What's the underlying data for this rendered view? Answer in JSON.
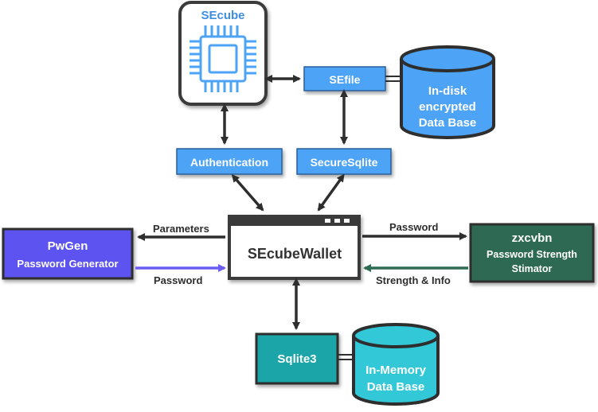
{
  "nodes": {
    "secube": {
      "label": "SEcube"
    },
    "sefile": {
      "label": "SEfile"
    },
    "indisk_db": {
      "line1": "In-disk",
      "line2": "encrypted",
      "line3": "Data Base"
    },
    "authentication": {
      "label": "Authentication"
    },
    "securesqlite": {
      "label": "SecureSqlite"
    },
    "wallet": {
      "label": "SEcubeWallet"
    },
    "pwgen": {
      "title": "PwGen",
      "subtitle": "Password Generator"
    },
    "zxcvbn": {
      "title": "zxcvbn",
      "line1": "Password  Strength",
      "line2": "Stimator"
    },
    "sqlite3": {
      "label": "Sqlite3"
    },
    "inmemory_db": {
      "line1": "In-Memory",
      "line2": "Data Base"
    }
  },
  "edges": {
    "parameters": "Parameters",
    "password_from_pwgen": "Password",
    "password_to_zxcvbn": "Password",
    "strength_info": "Strength & Info"
  },
  "colors": {
    "light_blue": "#4da3f5",
    "blue_text_box": "#3d8fe0",
    "pwgen": "#5b52f0",
    "zxcvbn": "#2f6a52",
    "teal": "#1aa5a8",
    "cyan_db": "#33c8d8",
    "border": "#3a3a3a"
  }
}
